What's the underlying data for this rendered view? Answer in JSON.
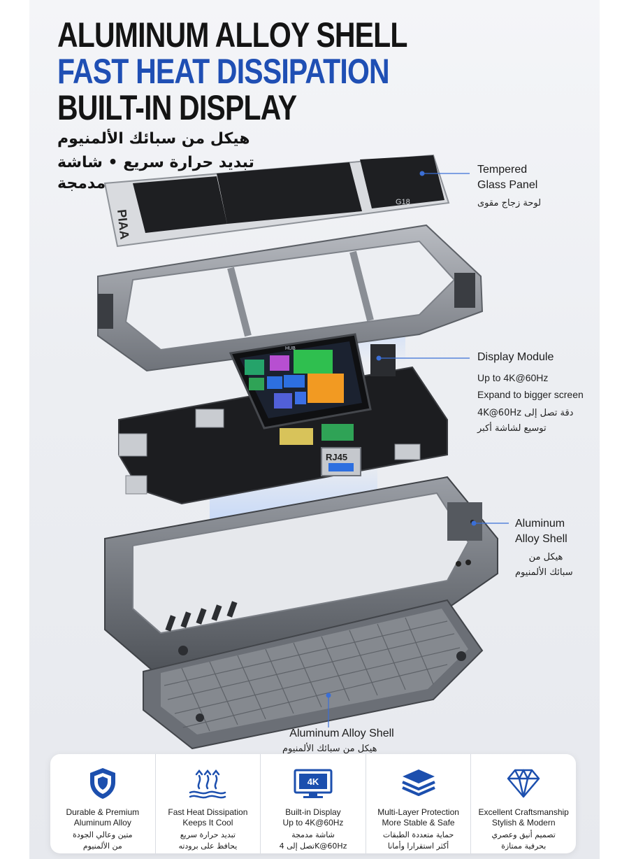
{
  "headline": {
    "line1": "ALUMINUM ALLOY SHELL",
    "line2": "FAST HEAT DISSIPATION",
    "line3": "BUILT-IN DISPLAY",
    "arabic_line1": "هيكل من سبائك الألمنيوم",
    "arabic_line2": "تبديد حرارة سريع • شاشة مدمجة"
  },
  "colors": {
    "accent_blue": "#1f4fb4",
    "icon_blue": "#1c4fae",
    "text_dark": "#141414"
  },
  "device": {
    "brand_mark": "PIAA",
    "model_mark": "G18",
    "screen_header": "HUB",
    "port_label": "RJ45"
  },
  "callouts": {
    "glass": {
      "title_line1": "Tempered",
      "title_line2": "Glass Panel",
      "arabic": "لوحة زجاج مقوى"
    },
    "display": {
      "title": "Display Module",
      "line1": "Up to 4K@60Hz",
      "line2": "Expand to bigger screen",
      "arabic_line1": "دقة تصل إلى 4K@60Hz",
      "arabic_line2": "توسيع لشاشة أكبر"
    },
    "shell": {
      "title_line1": "Aluminum",
      "title_line2": "Alloy Shell",
      "arabic_line1": "هيكل من",
      "arabic_line2": "سبائك الألمنيوم"
    },
    "bottom": {
      "title": "Aluminum Alloy Shell",
      "arabic": "هيكل من سبائك الألمنيوم"
    }
  },
  "features": [
    {
      "icon": "shield-icon",
      "line1": "Durable & Premium",
      "line2": "Aluminum Alloy",
      "arabic1": "متين وعالي الجودة",
      "arabic2": "من الألمنيوم"
    },
    {
      "icon": "heat-icon",
      "line1": "Fast Heat Dissipation",
      "line2": "Keeps It Cool",
      "arabic1": "تبديد حرارة سريع",
      "arabic2": "يحافظ على برودته"
    },
    {
      "icon": "display-4k-icon",
      "badge": "4K",
      "line1": "Built-in Display",
      "line2": "Up to 4K@60Hz",
      "arabic1": "شاشة مدمجة",
      "arabic2": "تصل إلى 4K@60Hz"
    },
    {
      "icon": "layers-icon",
      "line1": "Multi-Layer Protection",
      "line2": "More Stable & Safe",
      "arabic1": "حماية متعددة الطبقات",
      "arabic2": "أكثر استقرارا وأمانا"
    },
    {
      "icon": "diamond-icon",
      "line1": "Excellent Craftsmanship",
      "line2": "Stylish & Modern",
      "arabic1": "تصميم أنيق وعصري",
      "arabic2": "بحرفية ممتازة"
    }
  ]
}
